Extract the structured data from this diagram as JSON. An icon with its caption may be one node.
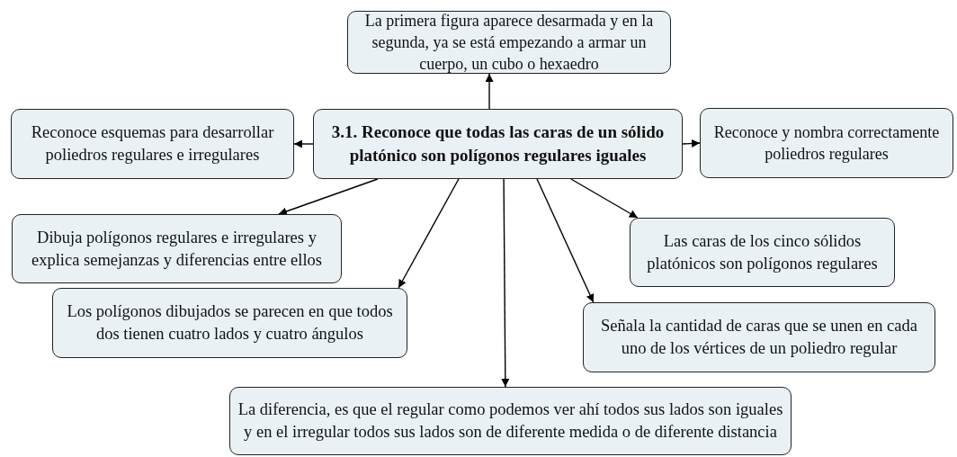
{
  "diagram": {
    "nodes": [
      {
        "text": [
          "3.1. Reconoce que todas las caras de un sólido platónico son polígonos regulares iguales"
        ]
      },
      {
        "text": [
          "La primera figura aparece desarmada y en la segunda, ya se está empezando a armar un cuerpo, un cubo o hexaedro"
        ]
      },
      {
        "text": [
          "Reconoce esquemas para desarrollar poliedros regulares e irregulares"
        ]
      },
      {
        "text": [
          "Reconoce y nombra correctamente poliedros regulares"
        ]
      },
      {
        "text": [
          "Dibuja polígonos regulares e irregulares y explica semejanzas y diferencias entre ellos"
        ]
      },
      {
        "text": [
          "Los polígonos dibujados se parecen en que todos dos tienen cuatro lados y cuatro ángulos"
        ]
      },
      {
        "text": [
          "Las caras de los cinco sólidos platónicos son polígonos regulares"
        ]
      },
      {
        "text": [
          "Señala la cantidad de caras que se unen en cada uno de los vértices de un poliedro regular"
        ]
      },
      {
        "text": [
          "La diferencia, es que el regular como podemos ver ahí todos sus lados son iguales y en el irregular todos sus lados son de diferente medida o de diferente distancia"
        ]
      }
    ],
    "edges": [
      {
        "from": 0,
        "to": 1,
        "arrow": "to"
      },
      {
        "from": 0,
        "to": 2,
        "arrow": "to"
      },
      {
        "from": 0,
        "to": 3,
        "arrow": "to"
      },
      {
        "from": 0,
        "to": 4,
        "arrow": "to"
      },
      {
        "from": 0,
        "to": 5,
        "arrow": "to"
      },
      {
        "from": 0,
        "to": 6,
        "arrow": "to"
      },
      {
        "from": 0,
        "to": 7,
        "arrow": "to"
      },
      {
        "from": 0,
        "to": 8,
        "arrow": "to"
      }
    ]
  }
}
